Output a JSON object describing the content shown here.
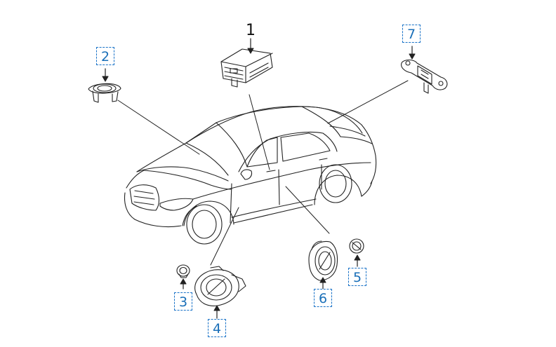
{
  "diagram": {
    "callouts": [
      {
        "id": "1",
        "label": "1",
        "part": "amplifier-control-unit",
        "boxed": false
      },
      {
        "id": "2",
        "label": "2",
        "part": "dashboard-speaker",
        "boxed": true
      },
      {
        "id": "3",
        "label": "3",
        "part": "front-tweeter",
        "boxed": true
      },
      {
        "id": "4",
        "label": "4",
        "part": "front-door-woofer",
        "boxed": true
      },
      {
        "id": "5",
        "label": "5",
        "part": "rear-tweeter",
        "boxed": true
      },
      {
        "id": "6",
        "label": "6",
        "part": "rear-door-speaker",
        "boxed": true
      },
      {
        "id": "7",
        "label": "7",
        "part": "rear-shelf-subwoofer-bracket",
        "boxed": true
      }
    ]
  },
  "colors": {
    "line": "#222222",
    "callout_border": "#1a73c8",
    "callout_text": "#1a6fb8",
    "background": "#ffffff"
  }
}
